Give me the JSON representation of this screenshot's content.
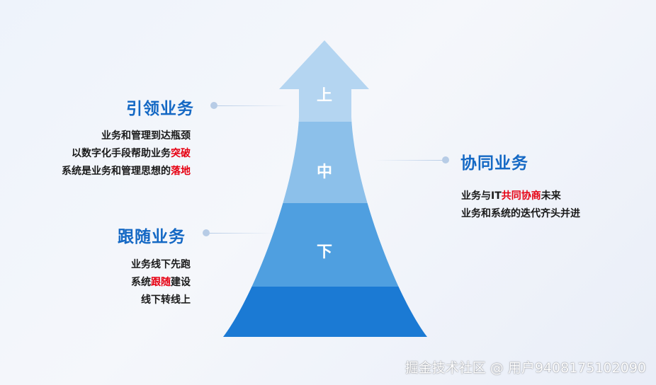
{
  "arrow": {
    "levels": [
      "上",
      "中",
      "下"
    ],
    "colors": {
      "top": "#b4d5f1",
      "middle": "#8cc0ea",
      "lower": "#4f9fe0",
      "base": "#1b7ad4"
    }
  },
  "leading": {
    "title": "引领业务",
    "lines": [
      [
        {
          "text": "业务和管理到达瓶颈",
          "hl": false
        }
      ],
      [
        {
          "text": "以数字化手段帮助业务",
          "hl": false
        },
        {
          "text": "突破",
          "hl": true
        }
      ],
      [
        {
          "text": "系统是业务和管理思想的",
          "hl": false
        },
        {
          "text": "落地",
          "hl": true
        }
      ]
    ]
  },
  "collab": {
    "title": "协同业务",
    "lines": [
      [
        {
          "text": "业务与IT",
          "hl": false
        },
        {
          "text": "共同协商",
          "hl": true
        },
        {
          "text": "未来",
          "hl": false
        }
      ],
      [
        {
          "text": "业务和系统的迭代齐头并进",
          "hl": false
        }
      ]
    ]
  },
  "follow": {
    "title": "跟随业务",
    "lines": [
      [
        {
          "text": "业务线下先跑",
          "hl": false
        }
      ],
      [
        {
          "text": "系统",
          "hl": false
        },
        {
          "text": "跟随",
          "hl": true
        },
        {
          "text": "建设",
          "hl": false
        }
      ],
      [
        {
          "text": "线下转线上",
          "hl": false
        }
      ]
    ]
  },
  "highlight_color": "#e60012",
  "heading_color": "#1468c4",
  "watermark": "掘金技术社区 @ 用户9408175102090"
}
